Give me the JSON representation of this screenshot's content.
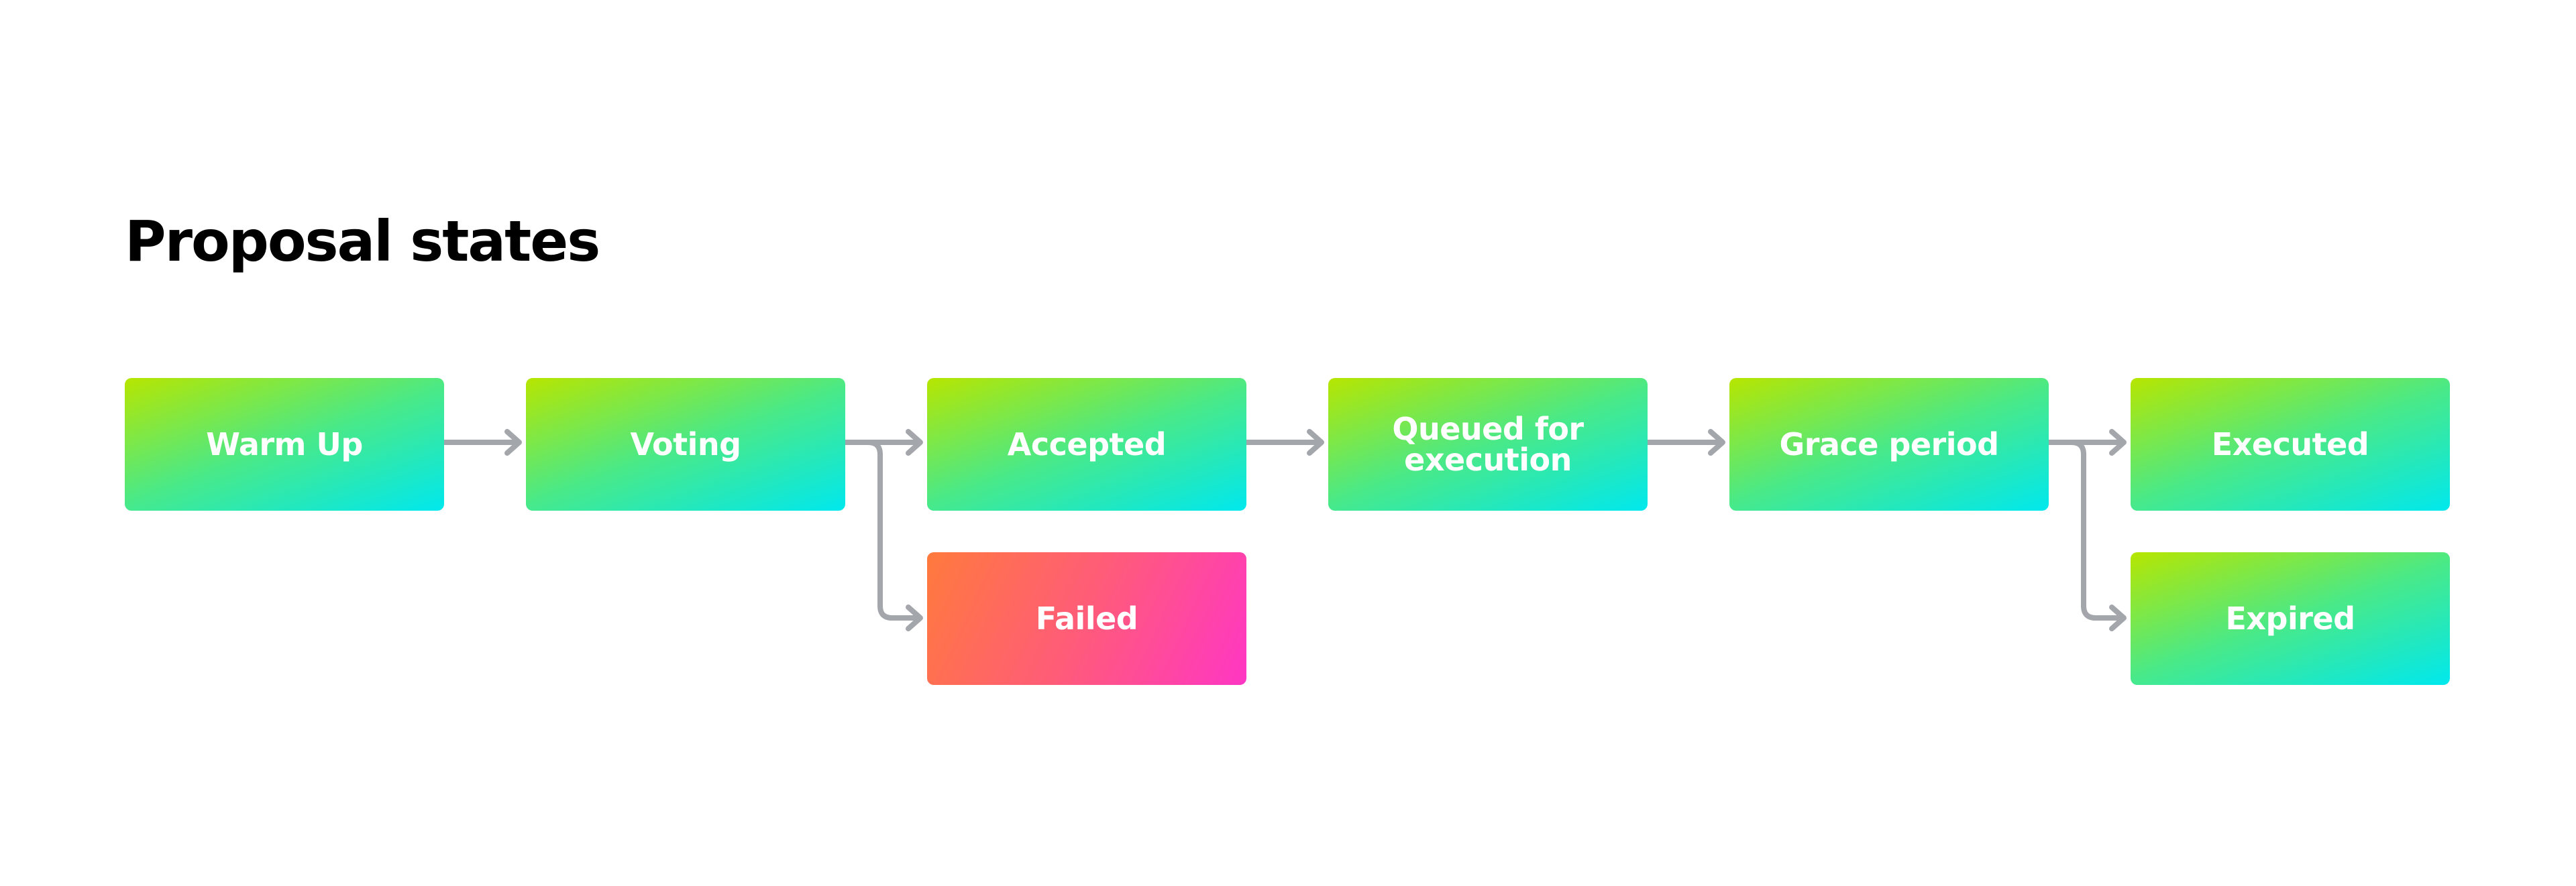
{
  "diagram": {
    "title": "Proposal states",
    "nodes": {
      "warm_up": "Warm Up",
      "voting": "Voting",
      "accepted": "Accepted",
      "failed": "Failed",
      "queued": "Queued for execution",
      "grace": "Grace period",
      "executed": "Executed",
      "expired": "Expired"
    },
    "edges": [
      [
        "Warm Up",
        "Voting"
      ],
      [
        "Voting",
        "Accepted"
      ],
      [
        "Voting",
        "Failed"
      ],
      [
        "Accepted",
        "Queued for execution"
      ],
      [
        "Queued for execution",
        "Grace period"
      ],
      [
        "Grace period",
        "Executed"
      ],
      [
        "Grace period",
        "Expired"
      ]
    ]
  },
  "colors": {
    "success_gradient": [
      "#b7e600",
      "#00e8ee"
    ],
    "failure_gradient": [
      "#ff7a3d",
      "#ff36c4"
    ],
    "arrow": "#a3a6ab",
    "title": "#000000"
  }
}
